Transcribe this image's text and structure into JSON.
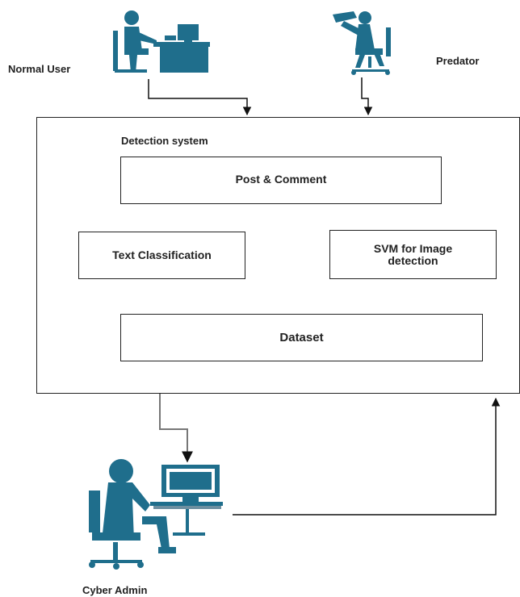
{
  "actors": {
    "normal_user": "Normal User",
    "predator": "Predator",
    "cyber_admin": "Cyber Admin"
  },
  "system": {
    "title": "Detection system",
    "post_comment": "Post & Comment",
    "text_classification": "Text Classification",
    "svm_line1": "SVM for Image",
    "svm_line2": "detection",
    "dataset": "Dataset"
  },
  "colors": {
    "figure": "#1f6e8c",
    "line": "#111111"
  }
}
